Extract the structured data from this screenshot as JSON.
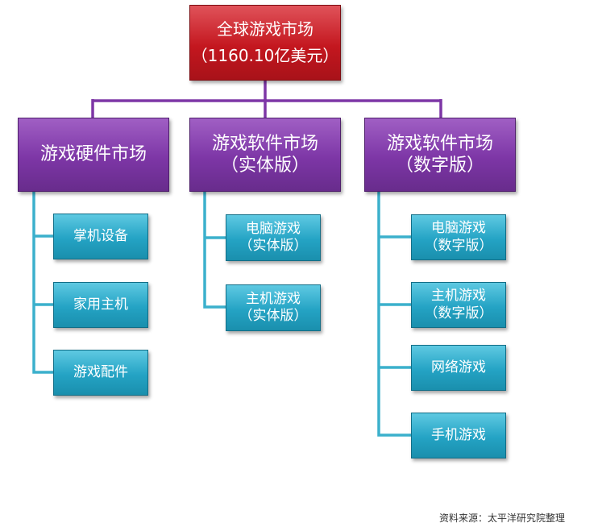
{
  "root": {
    "line1": "全球游戏市场",
    "line2": "（1160.10亿美元）"
  },
  "categories": [
    {
      "line1": "游戏硬件市场",
      "line2": ""
    },
    {
      "line1": "游戏软件市场",
      "line2": "（实体版）"
    },
    {
      "line1": "游戏软件市场",
      "line2": "（数字版）"
    }
  ],
  "hardware_items": [
    {
      "line1": "掌机设备",
      "line2": ""
    },
    {
      "line1": "家用主机",
      "line2": ""
    },
    {
      "line1": "游戏配件",
      "line2": ""
    }
  ],
  "physical_items": [
    {
      "line1": "电脑游戏",
      "line2": "（实体版）"
    },
    {
      "line1": "主机游戏",
      "line2": "（实体版）"
    }
  ],
  "digital_items": [
    {
      "line1": "电脑游戏",
      "line2": "（数字版）"
    },
    {
      "line1": "主机游戏",
      "line2": "（数字版）"
    },
    {
      "line1": "网络游戏",
      "line2": ""
    },
    {
      "line1": "手机游戏",
      "line2": ""
    }
  ],
  "footer": {
    "source": "资料来源：太平洋研究院整理"
  },
  "colors": {
    "root": "#c4171f",
    "category": "#7d36a6",
    "leaf": "#24a3c4",
    "connector_top": "#7d36a6",
    "connector_leaf": "#3bb0cc"
  }
}
